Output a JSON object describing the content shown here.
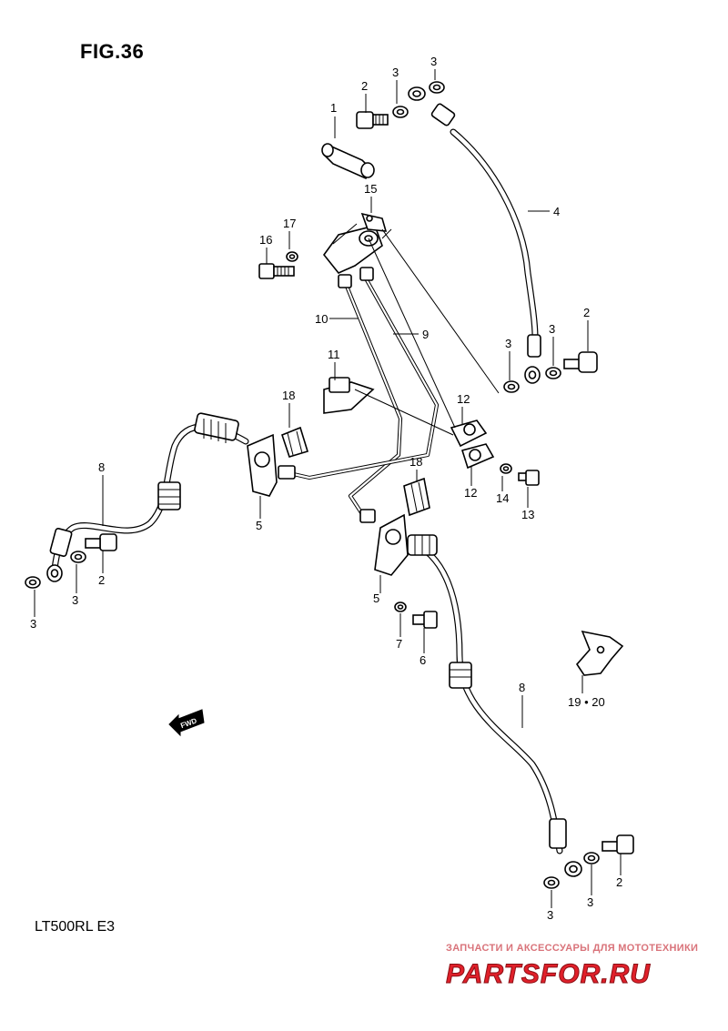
{
  "figure": {
    "title": "FIG.36",
    "model": "LT500RL  E3",
    "fwd_label": "FWD"
  },
  "callouts": [
    {
      "id": "c1",
      "text": "1"
    },
    {
      "id": "c2a",
      "text": "2"
    },
    {
      "id": "c3a",
      "text": "3"
    },
    {
      "id": "c3b",
      "text": "3"
    },
    {
      "id": "c4",
      "text": "4"
    },
    {
      "id": "c15",
      "text": "15"
    },
    {
      "id": "c17",
      "text": "17"
    },
    {
      "id": "c16",
      "text": "16"
    },
    {
      "id": "c10",
      "text": "10"
    },
    {
      "id": "c9",
      "text": "9"
    },
    {
      "id": "c2b",
      "text": "2"
    },
    {
      "id": "c3c",
      "text": "3"
    },
    {
      "id": "c3d",
      "text": "3"
    },
    {
      "id": "c11",
      "text": "11"
    },
    {
      "id": "c18a",
      "text": "18"
    },
    {
      "id": "c12a",
      "text": "12"
    },
    {
      "id": "c8a",
      "text": "8"
    },
    {
      "id": "c5a",
      "text": "5"
    },
    {
      "id": "c18b",
      "text": "18"
    },
    {
      "id": "c12b",
      "text": "12"
    },
    {
      "id": "c14",
      "text": "14"
    },
    {
      "id": "c13",
      "text": "13"
    },
    {
      "id": "c3e",
      "text": "3"
    },
    {
      "id": "c2c",
      "text": "2"
    },
    {
      "id": "c3f",
      "text": "3"
    },
    {
      "id": "c5b",
      "text": "5"
    },
    {
      "id": "c7",
      "text": "7"
    },
    {
      "id": "c6",
      "text": "6"
    },
    {
      "id": "c1920",
      "text": "19 • 20"
    },
    {
      "id": "c8b",
      "text": "8"
    },
    {
      "id": "c2d",
      "text": "2"
    },
    {
      "id": "c3g",
      "text": "3"
    },
    {
      "id": "c3h",
      "text": "3"
    }
  ],
  "watermark": {
    "tagline": "ЗАПЧАСТИ И АКСЕССУАРЫ ДЛЯ МОТОТЕХНИКИ",
    "logo": "PARTSFOR.RU",
    "color": "#e0202a"
  }
}
